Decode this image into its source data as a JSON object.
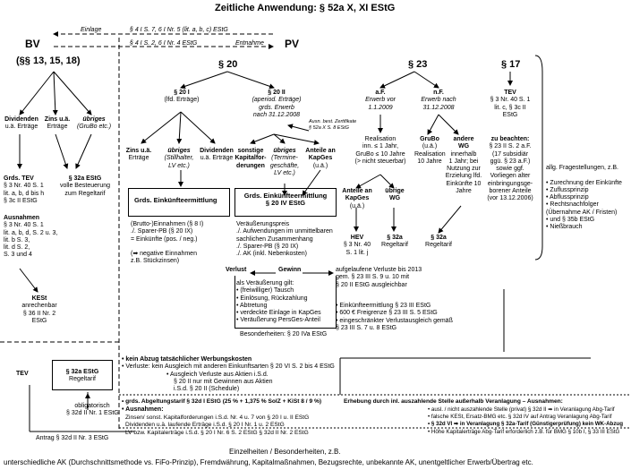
{
  "title": "Zeitliche Anwendung: § 52a X, XI EStG",
  "top_flows": {
    "einlage_label": "Einlage",
    "einlage_ref": "§ 4 I S. 7, 6 I Nr. 5 (lit. a, b, c) EStG",
    "entnahme_ref": "§ 4 I S. 2, 6 I Nr. 4 EStG",
    "entnahme_label": "Entnahme",
    "bv": "BV",
    "pv": "PV"
  },
  "bv": {
    "paragraphs": "(§§ 13, 15, 18)",
    "dividenden": [
      "Dividenden",
      "u.ä. Erträge"
    ],
    "zins": [
      "Zins u.ä.",
      "Erträge"
    ],
    "uebriges": [
      "übriges",
      "(GruBo etc.)"
    ],
    "grds_tev": [
      "Grds. TEV",
      "§ 3 Nr. 40 S. 1",
      "lit. a, b, d bis h",
      "§ 3c II EStG"
    ],
    "ausnahmen": [
      "Ausnahmen",
      "§ 3 Nr. 40 S. 1",
      "lit. a, b, d, S. 2 u. 3,",
      "lit. b S. 3,",
      "lit. d S. 2,",
      "S. 3 und 4"
    ],
    "voll": [
      "§ 32a EStG",
      "volle Besteuerung",
      "zum Regeltarif"
    ],
    "kest": [
      "KESt",
      "anrechenbar",
      "§ 36 II Nr. 2",
      "EStG"
    ]
  },
  "s20": {
    "head": "§ 20",
    "i_head": "§ 20 I",
    "i_sub": "(lfd. Erträge)",
    "ii_head": "§ 20 II",
    "ii_sub": [
      "(aperiod. Erträge)",
      "grds. Erwerb",
      "nach 31.12.2008"
    ],
    "ausn_best": [
      "Ausn. best. Zertifikate",
      "§ 52a X S. 8 EStG"
    ],
    "zins": [
      "Zins u.ä.",
      "Erträge"
    ],
    "uebriges_i": [
      "übriges",
      "(Stillhalter,",
      "LV etc.)"
    ],
    "dividenden": [
      "Dividenden",
      "u.ä. Erträge"
    ],
    "sonstige": [
      "sonstige",
      "Kapitalfor-",
      "derungen"
    ],
    "uebriges_ii": [
      "übriges",
      "(Termine-",
      "geschäfte,",
      "LV etc.)"
    ],
    "anteile": [
      "Anteile an",
      "KapGes",
      "(u.ä.)"
    ],
    "box_i": "Grds. Einkünfteermittlung",
    "box_ii": [
      "Grds. Einkünfteermittlung",
      "§ 20 IV EStG"
    ],
    "einnahmen": [
      "(Brutto-)Einnahmen (§ 8 I)",
      "./.      Sparer-PB       (§ 20 IX)",
      "= Einkünfte (pos. / neg.)",
      "(➡ negative Einnahmen",
      "z.B. Stückzinsen)"
    ],
    "veraeusserung": [
      "Veräußerungspreis",
      "./. Aufwendungen im unmittelbaren",
      "sachlichen Zusammenhang",
      "./. Sparer-PB         (§ 20 IX)",
      "./. AK (inkl. Nebenkosten)"
    ],
    "verlust": "Verlust",
    "gewinn": "Gewinn",
    "als_veraeusserung": [
      "als Veräußerung gilt:",
      "• (freiwilliger) Tausch",
      "• Einlösung, Rückzahlung",
      "• Abtretung",
      "• verdeckte Einlage in KapGes",
      "• Veräußerung PersGes-Anteil"
    ],
    "besonderheiten": "Besonderheiten: § 20 IVa EStG"
  },
  "s23": {
    "head": "§ 23",
    "af": "a.F.",
    "af_sub": [
      "Erwerb vor",
      "1.1.2009"
    ],
    "nf": "n.F.",
    "nf_sub": [
      "Erwerb nach",
      "31.12.2008"
    ],
    "realisation": [
      "Realisation",
      "inn. ≤ 1 Jahr,",
      "GruBo ≤ 10 Jahre",
      "(> nicht steuerbar)"
    ],
    "grubo": [
      "GruBo",
      "(u.ä.)",
      "Realisation",
      "10 Jahre"
    ],
    "andere_wg": [
      "andere",
      "WG",
      "innerhalb",
      "1 Jahr; bei",
      "Nutzung zur",
      "Erzielung lfd.",
      "Einkünfte 10",
      "Jahre"
    ],
    "anteile": [
      "Anteile an",
      "KapGes",
      "(u.ä.)"
    ],
    "uebrige_wg": [
      "übrige",
      "WG"
    ],
    "hev": [
      "HEV",
      "§ 3 Nr. 40",
      "S. 1 lit. j"
    ],
    "s32a_left": [
      "§ 32a",
      "Regeltarif"
    ],
    "s32a_right": [
      "§ 32a",
      "Regeltarif"
    ],
    "verluste": [
      "aufgelaufene Verluste bis 2013",
      "gem. § 23 III S. 9 u. 10 mit",
      "§ 20 II EStG ausgleichbar"
    ],
    "bullets": [
      "• Einkünfteermittlung § 23 III EStG",
      "• 600 € Freigrenze § 23 III S. 5 EStG",
      "• eingeschränkter Verlustausgleich gemäß",
      "  § 23 III S. 7 u. 8 EStG"
    ]
  },
  "s17": {
    "head": "§ 17",
    "tev": [
      "TEV",
      "§ 3 Nr. 40 S. 1",
      "lit. c, § 3c II",
      "EStG"
    ],
    "beachten": [
      "zu beachten:",
      "§ 23 II S. 2 a.F.",
      "(17 subsidiär",
      "ggü. § 23 a.F.)",
      "sowie ggf.",
      "Vorliegen alter",
      "einbringungsge-",
      "borener Anteile",
      "(vor 13.12.2006)"
    ]
  },
  "fragestellungen": [
    "allg. Fragestellungen, z.B.",
    "",
    "• Zurechnung der Einkünfte",
    "• Zuflussprinzip",
    "• Abflussprinzip",
    "• Rechtsnachfolger",
    "  (Übernahme AK / Fristen)",
    "• und § 35b EStG",
    "• Nießbrauch"
  ],
  "bottom": {
    "werbung": [
      "• kein Abzug tatsächlicher Werbungskosten",
      "• Verluste: kein Ausgleich mit anderen Einkunftsarten § 20 VI S. 2 bis 4 EStG",
      "• Ausgleich Verluste aus Aktien i.S.d.",
      "§ 20 II nur mit Gewinnen aus Aktien",
      "i.S.d. § 20 II (Schedule)"
    ],
    "tev": "TEV",
    "s32a": [
      "§ 32a EStG",
      "Regeltarif"
    ],
    "obligatorisch": [
      "obligatorisch",
      "§ 32d II Nr. 1 EStG"
    ],
    "abgeltung": "• grds. Abgeltungstarif § 32d I EStG (25 % + 1,375 % SolZ + KiSt 8 / 9 %)",
    "erhebung": "Erhebung durch inl. auszahlende Stelle außerhalb Veranlagung – Ausnahmen:",
    "ausnahmen_head": "• Ausnahmen:",
    "ausnahmen": [
      "Zinsen/ sonst. Kapitalforderungen i.S.d. Nr. 4 u. 7 von § 20 I u. II EStG",
      "Dividenden u.ä. laufende Erträge i.S.d. § 20 I Nr. 1 u. 2 EStG",
      "LV bzw. Kapitalerträge i.S.d. § 20 I Nr. 6 S. 2 EStG § 32d II Nr. 2 EStG"
    ],
    "right_bullets": [
      "• ausl. / nicht auszahlende Stelle (privat) § 32d II ➡ in Veranlagung Abg-Tarif",
      "• falsche KESt, Ersatz-BMG etc. § 32d IV auf Antrag Veranlagung Abg-Tarif",
      "• § 32d VI ➡ in Veranlagung § 32a-Tarif (Günstigerprüfung) kein WK-Abzug",
      "• Höhe Kapitalerträge Abg-Tarif erforderlich z.B. für BMG § 10b I, § 33 III EStG"
    ],
    "antrag": "Antrag § 32d II Nr. 3 EStG",
    "einzelheiten": "Einzelheiten / Besonderheiten, z.B.",
    "footer": "unterschiedliche AK (Durchschnittsmethode vs. FiFo-Prinzip), Fremdwährung, Kapitalmaßnahmen, Bezugsrechte, unbekannte AK, unentgeltlicher Erwerb/Übertrag etc."
  }
}
